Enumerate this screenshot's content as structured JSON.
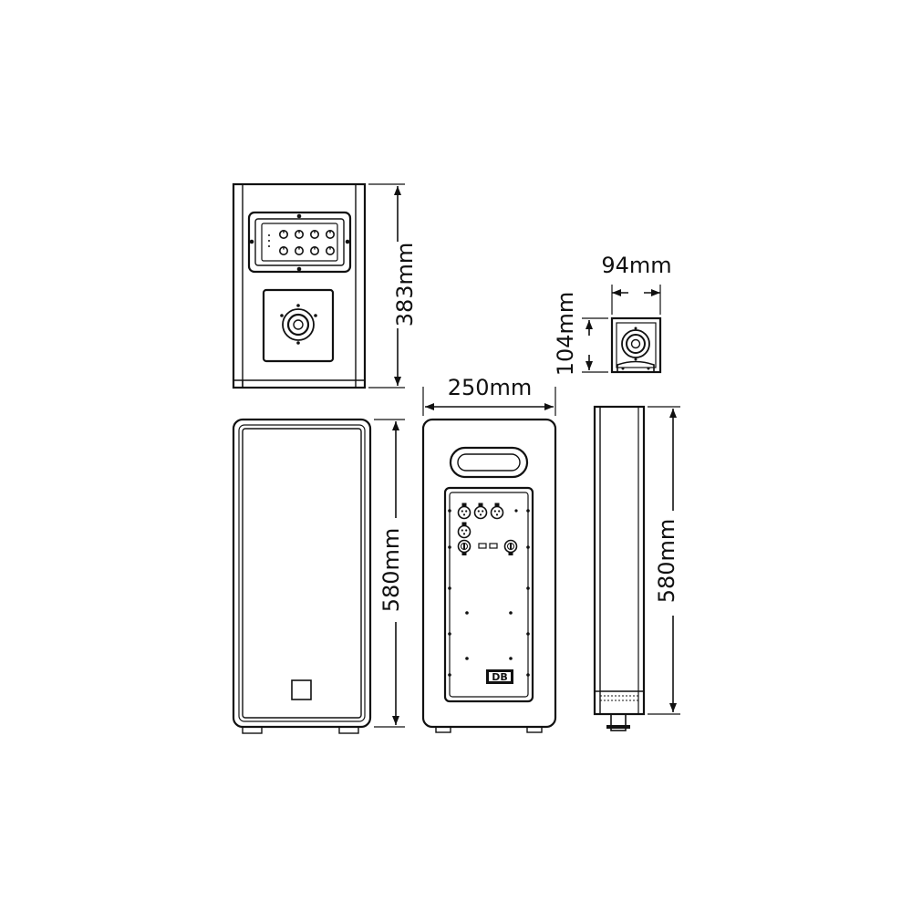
{
  "colors": {
    "line": "#111111",
    "background": "#ffffff"
  },
  "dimensions": {
    "sub_top_depth": "383mm",
    "sub_front_height": "580mm",
    "sub_rear_width": "250mm",
    "sub_side_height": "580mm",
    "sat_width": "94mm",
    "sat_height": "104mm"
  },
  "rear_panel": {
    "badge": "DB"
  },
  "views": [
    "top-view",
    "front-view",
    "rear-view",
    "side-view",
    "satellite-front-view"
  ]
}
